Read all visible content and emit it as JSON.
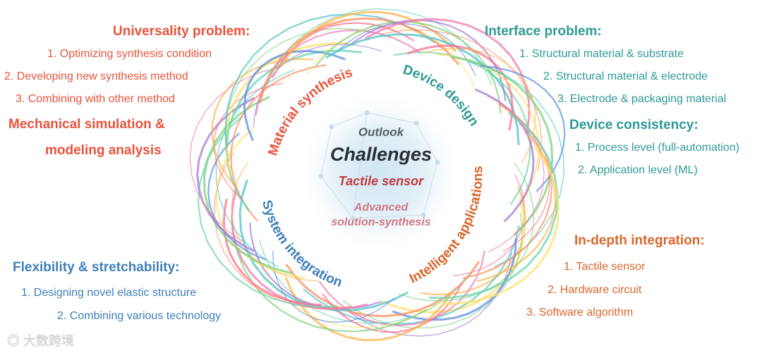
{
  "center": {
    "outlook": "Outlook",
    "challenges": "Challenges",
    "tactile": "Tactile sensor",
    "advanced_line1": "Advanced",
    "advanced_line2": "solution-synthesis"
  },
  "ring_labels": {
    "material": "Material synthesis",
    "device": "Device design",
    "intelligent": "Intelligent applications",
    "system": "System integration"
  },
  "universality": {
    "title": "Universality problem:",
    "items": [
      "1. Optimizing synthesis condition",
      "2. Developing new synthesis method",
      "3. Combining with other method"
    ]
  },
  "mechanical": {
    "line1": "Mechanical simulation &",
    "line2": "modeling analysis"
  },
  "interface": {
    "title": "Interface problem:",
    "items": [
      "1. Structural material & substrate",
      "2. Structural material & electrode",
      "3. Electrode & packaging material"
    ]
  },
  "consistency": {
    "title": "Device consistency:",
    "items": [
      "1. Process level (full-automation)",
      "2. Application level (ML)"
    ]
  },
  "flexibility": {
    "title": "Flexibility & stretchability:",
    "items": [
      "1. Designing novel elastic structure",
      "2. Combining various technology"
    ]
  },
  "integration": {
    "title": "In-depth integration:",
    "items": [
      "1. Tactile sensor",
      "2. Hardware circuit",
      "3. Software algorithm"
    ]
  },
  "watermark": "大数跨境",
  "colors": {
    "red": "#e8533c",
    "teal": "#2e9a94",
    "blue": "#3f7fb8",
    "orange": "#d8662a"
  }
}
